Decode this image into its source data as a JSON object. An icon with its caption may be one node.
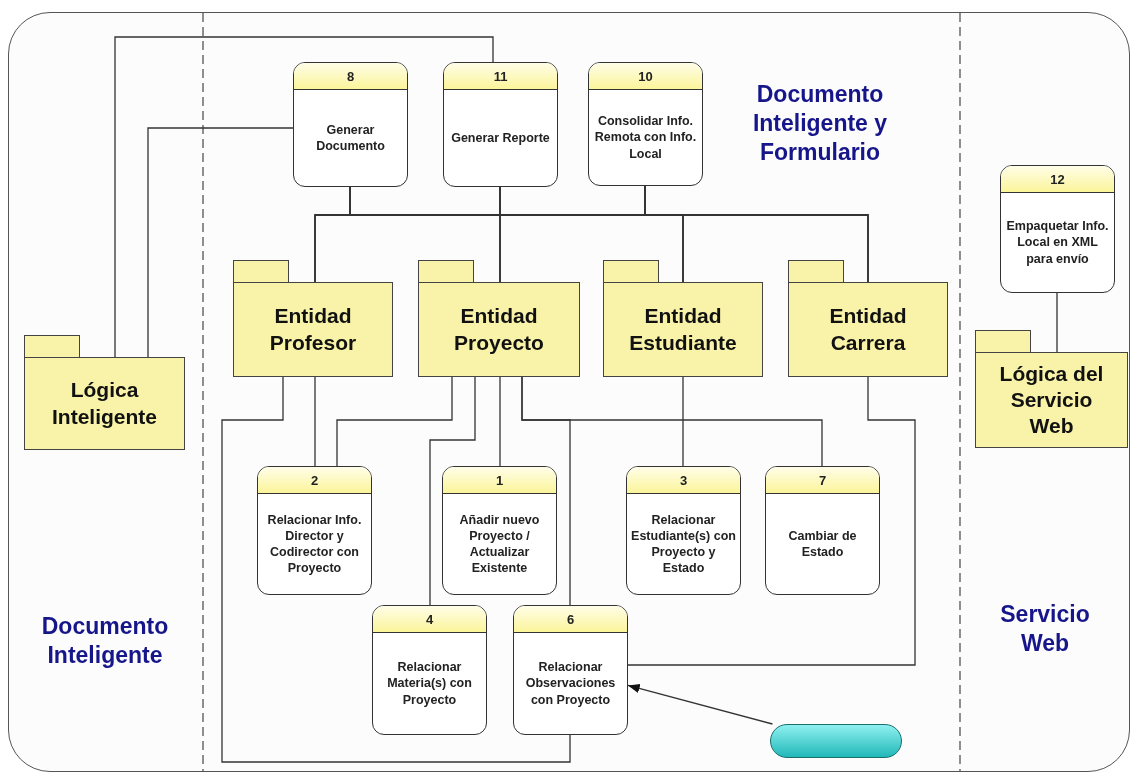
{
  "diagram": {
    "nodes": [
      {
        "text": [
          "8",
          "Generar Documento"
        ]
      },
      {
        "text": [
          "11",
          "Generar Reporte"
        ]
      },
      {
        "text": [
          "10",
          "Consolidar Info. Remota con Info. Local"
        ]
      },
      {
        "text": [
          "12",
          "Empaquetar Info. Local en XML para envío"
        ]
      },
      {
        "text": [
          "Entidad Profesor"
        ]
      },
      {
        "text": [
          "Entidad Proyecto"
        ]
      },
      {
        "text": [
          "Entidad Estudiante"
        ]
      },
      {
        "text": [
          "Entidad Carrera"
        ]
      },
      {
        "text": [
          "Lógica Inteligente"
        ]
      },
      {
        "text": [
          "Lógica del Servicio Web"
        ]
      },
      {
        "text": [
          "2",
          "Relacionar Info. Director y Codirector con Proyecto"
        ]
      },
      {
        "text": [
          "1",
          "Añadir nuevo Proyecto / Actualizar Existente"
        ]
      },
      {
        "text": [
          "3",
          "Relacionar Estudiante(s) con Proyecto y Estado"
        ]
      },
      {
        "text": [
          "7",
          "Cambiar de Estado"
        ]
      },
      {
        "text": [
          "4",
          "Relacionar Materia(s) con Proyecto"
        ]
      },
      {
        "text": [
          "6",
          "Relacionar Observaciones con Proyecto"
        ]
      },
      {
        "text": [],
        "shape": "pill"
      }
    ],
    "edges": [
      {
        "from": 8,
        "to": 1,
        "arrow": "none"
      },
      {
        "from": 8,
        "to": 0,
        "arrow": "none"
      },
      {
        "from": 0,
        "to": 4,
        "arrow": "none"
      },
      {
        "from": 0,
        "to": 5,
        "arrow": "none"
      },
      {
        "from": 0,
        "to": 6,
        "arrow": "none"
      },
      {
        "from": 0,
        "to": 7,
        "arrow": "none"
      },
      {
        "from": 1,
        "to": 4,
        "arrow": "none"
      },
      {
        "from": 1,
        "to": 5,
        "arrow": "none"
      },
      {
        "from": 1,
        "to": 6,
        "arrow": "none"
      },
      {
        "from": 1,
        "to": 7,
        "arrow": "none"
      },
      {
        "from": 2,
        "to": 4,
        "arrow": "none"
      },
      {
        "from": 2,
        "to": 5,
        "arrow": "none"
      },
      {
        "from": 2,
        "to": 6,
        "arrow": "none"
      },
      {
        "from": 2,
        "to": 7,
        "arrow": "none"
      },
      {
        "from": 3,
        "to": 9,
        "arrow": "none"
      },
      {
        "from": 4,
        "to": 10,
        "arrow": "none"
      },
      {
        "from": 4,
        "to": 15,
        "arrow": "none"
      },
      {
        "from": 5,
        "to": 10,
        "arrow": "none"
      },
      {
        "from": 5,
        "to": 14,
        "arrow": "none"
      },
      {
        "from": 5,
        "to": 11,
        "arrow": "none"
      },
      {
        "from": 5,
        "to": 15,
        "arrow": "none"
      },
      {
        "from": 5,
        "to": 13,
        "arrow": "none"
      },
      {
        "from": 6,
        "to": 12,
        "arrow": "none"
      },
      {
        "from": 7,
        "to": 15,
        "arrow": "none"
      },
      {
        "from": 16,
        "to": 15,
        "arrow": "to"
      }
    ],
    "labels": [
      "Documento Inteligente y Formulario",
      "Documento Inteligente",
      "Servicio Web"
    ]
  }
}
